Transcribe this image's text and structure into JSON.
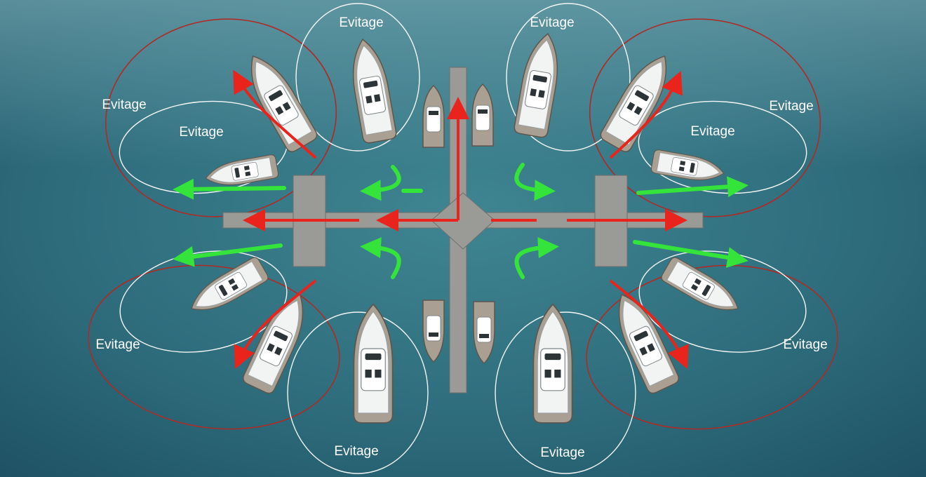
{
  "labels": [
    "Evitage",
    "Evitage",
    "Evitage",
    "Evitage",
    "Evitage",
    "Evitage",
    "Evitage",
    "Evitage",
    "Evitage",
    "Evitage"
  ],
  "colors": {
    "water_light": "#5e9aa6",
    "water_dark": "#1f5566",
    "red_arrow": "#e8241c",
    "green_arrow": "#34e43a",
    "red_ring": "#b02a25"
  }
}
